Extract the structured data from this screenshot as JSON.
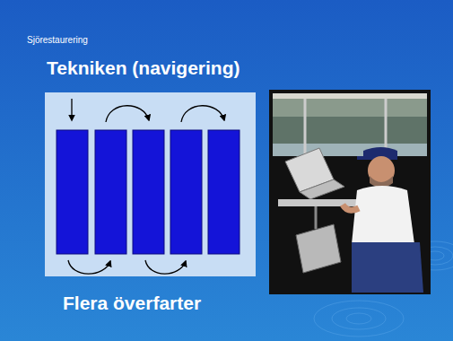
{
  "diagram": {
    "title": "Tekniken (navigering)",
    "caption": "Flera överfarter",
    "labels": [
      "Sjörestaurering"
    ]
  }
}
